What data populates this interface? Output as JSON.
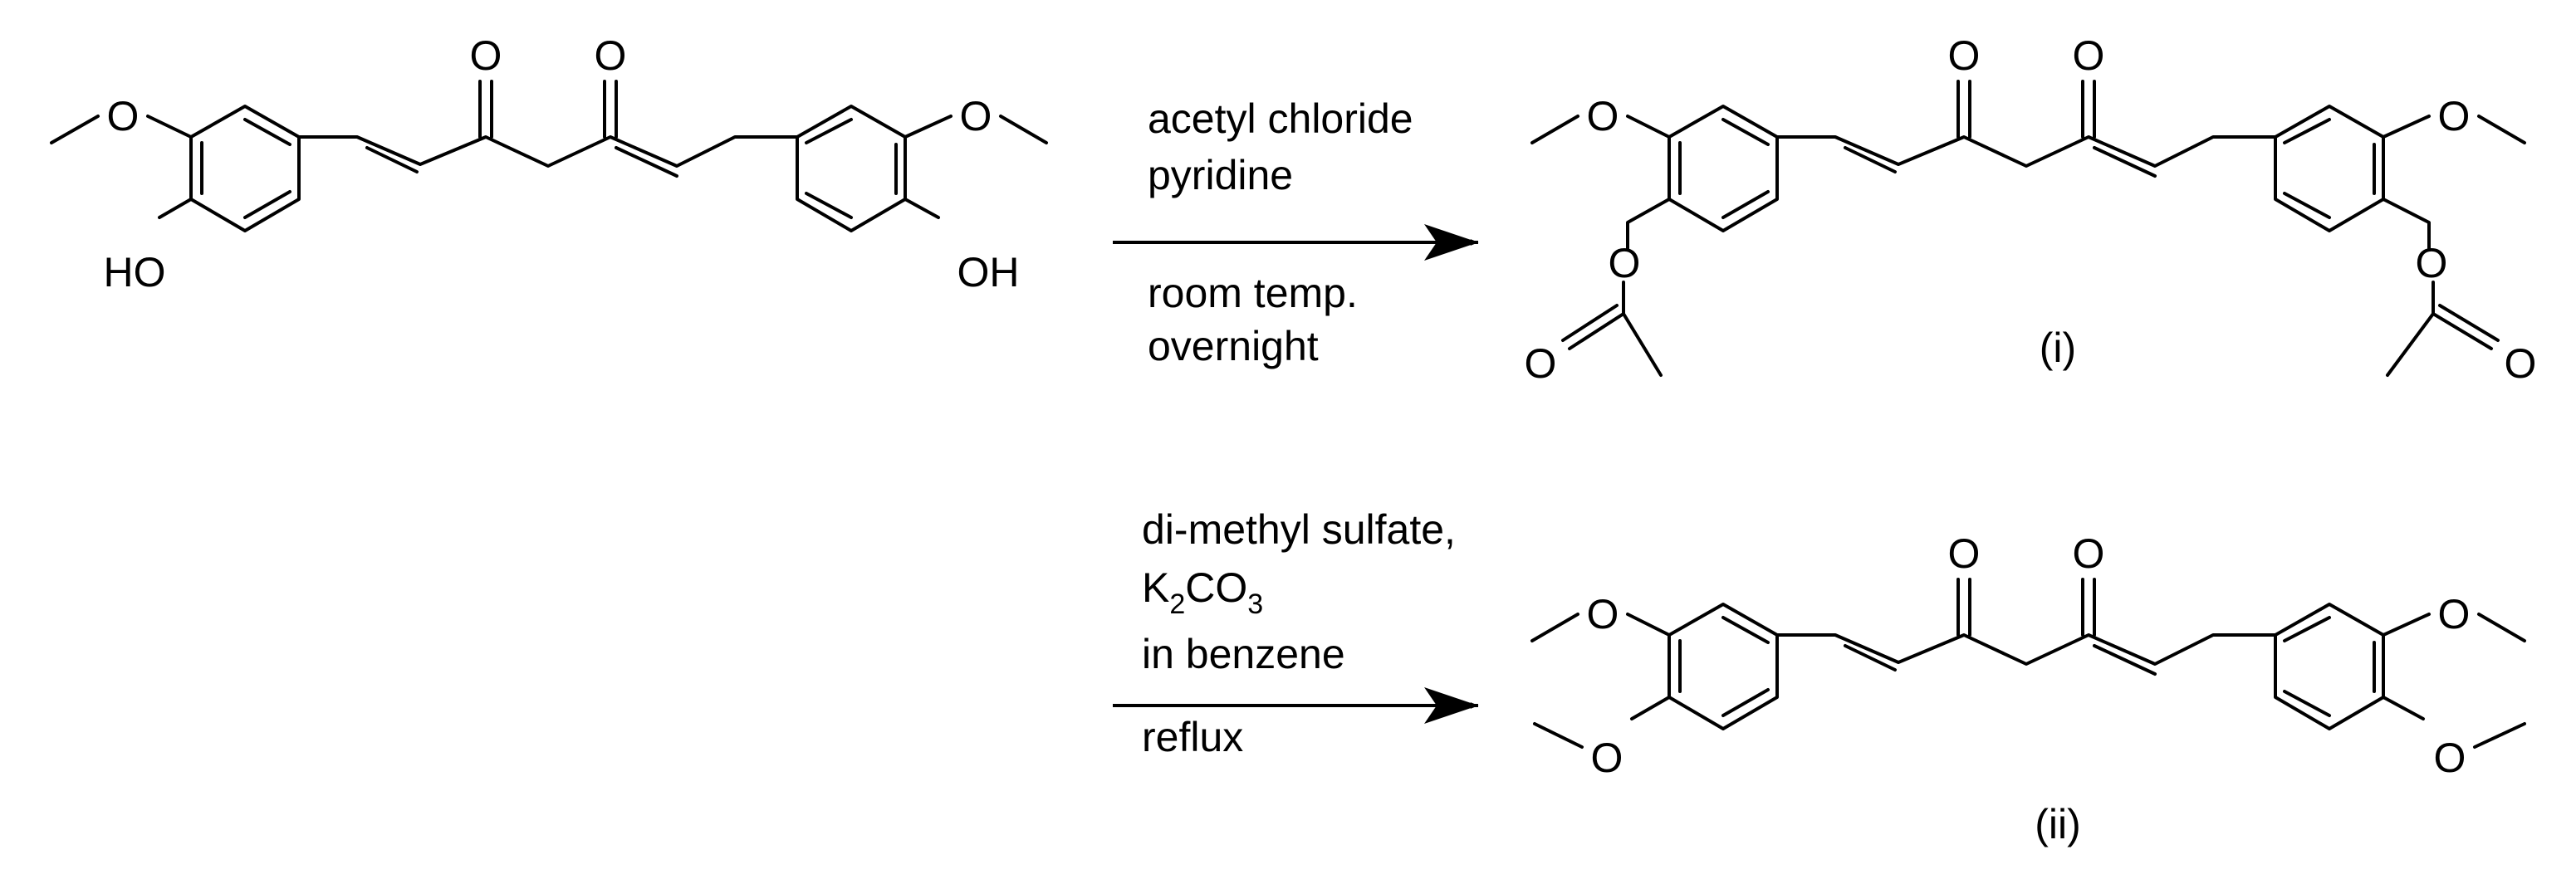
{
  "reaction_1": {
    "conditions_above": [
      "acetyl chloride",
      "pyridine"
    ],
    "conditions_below": [
      "room temp.",
      "overnight"
    ]
  },
  "reaction_2": {
    "conditions_above": [
      "di-methyl sulfate,",
      "K",
      "2",
      "CO",
      "3",
      "in benzene"
    ],
    "conditions_below": [
      "reflux"
    ]
  },
  "products": {
    "label_i": "(i)",
    "label_ii": "(ii)"
  },
  "atoms": {
    "oxygen": "O",
    "hydroxyl_left": "HO",
    "hydroxyl_right": "OH"
  }
}
